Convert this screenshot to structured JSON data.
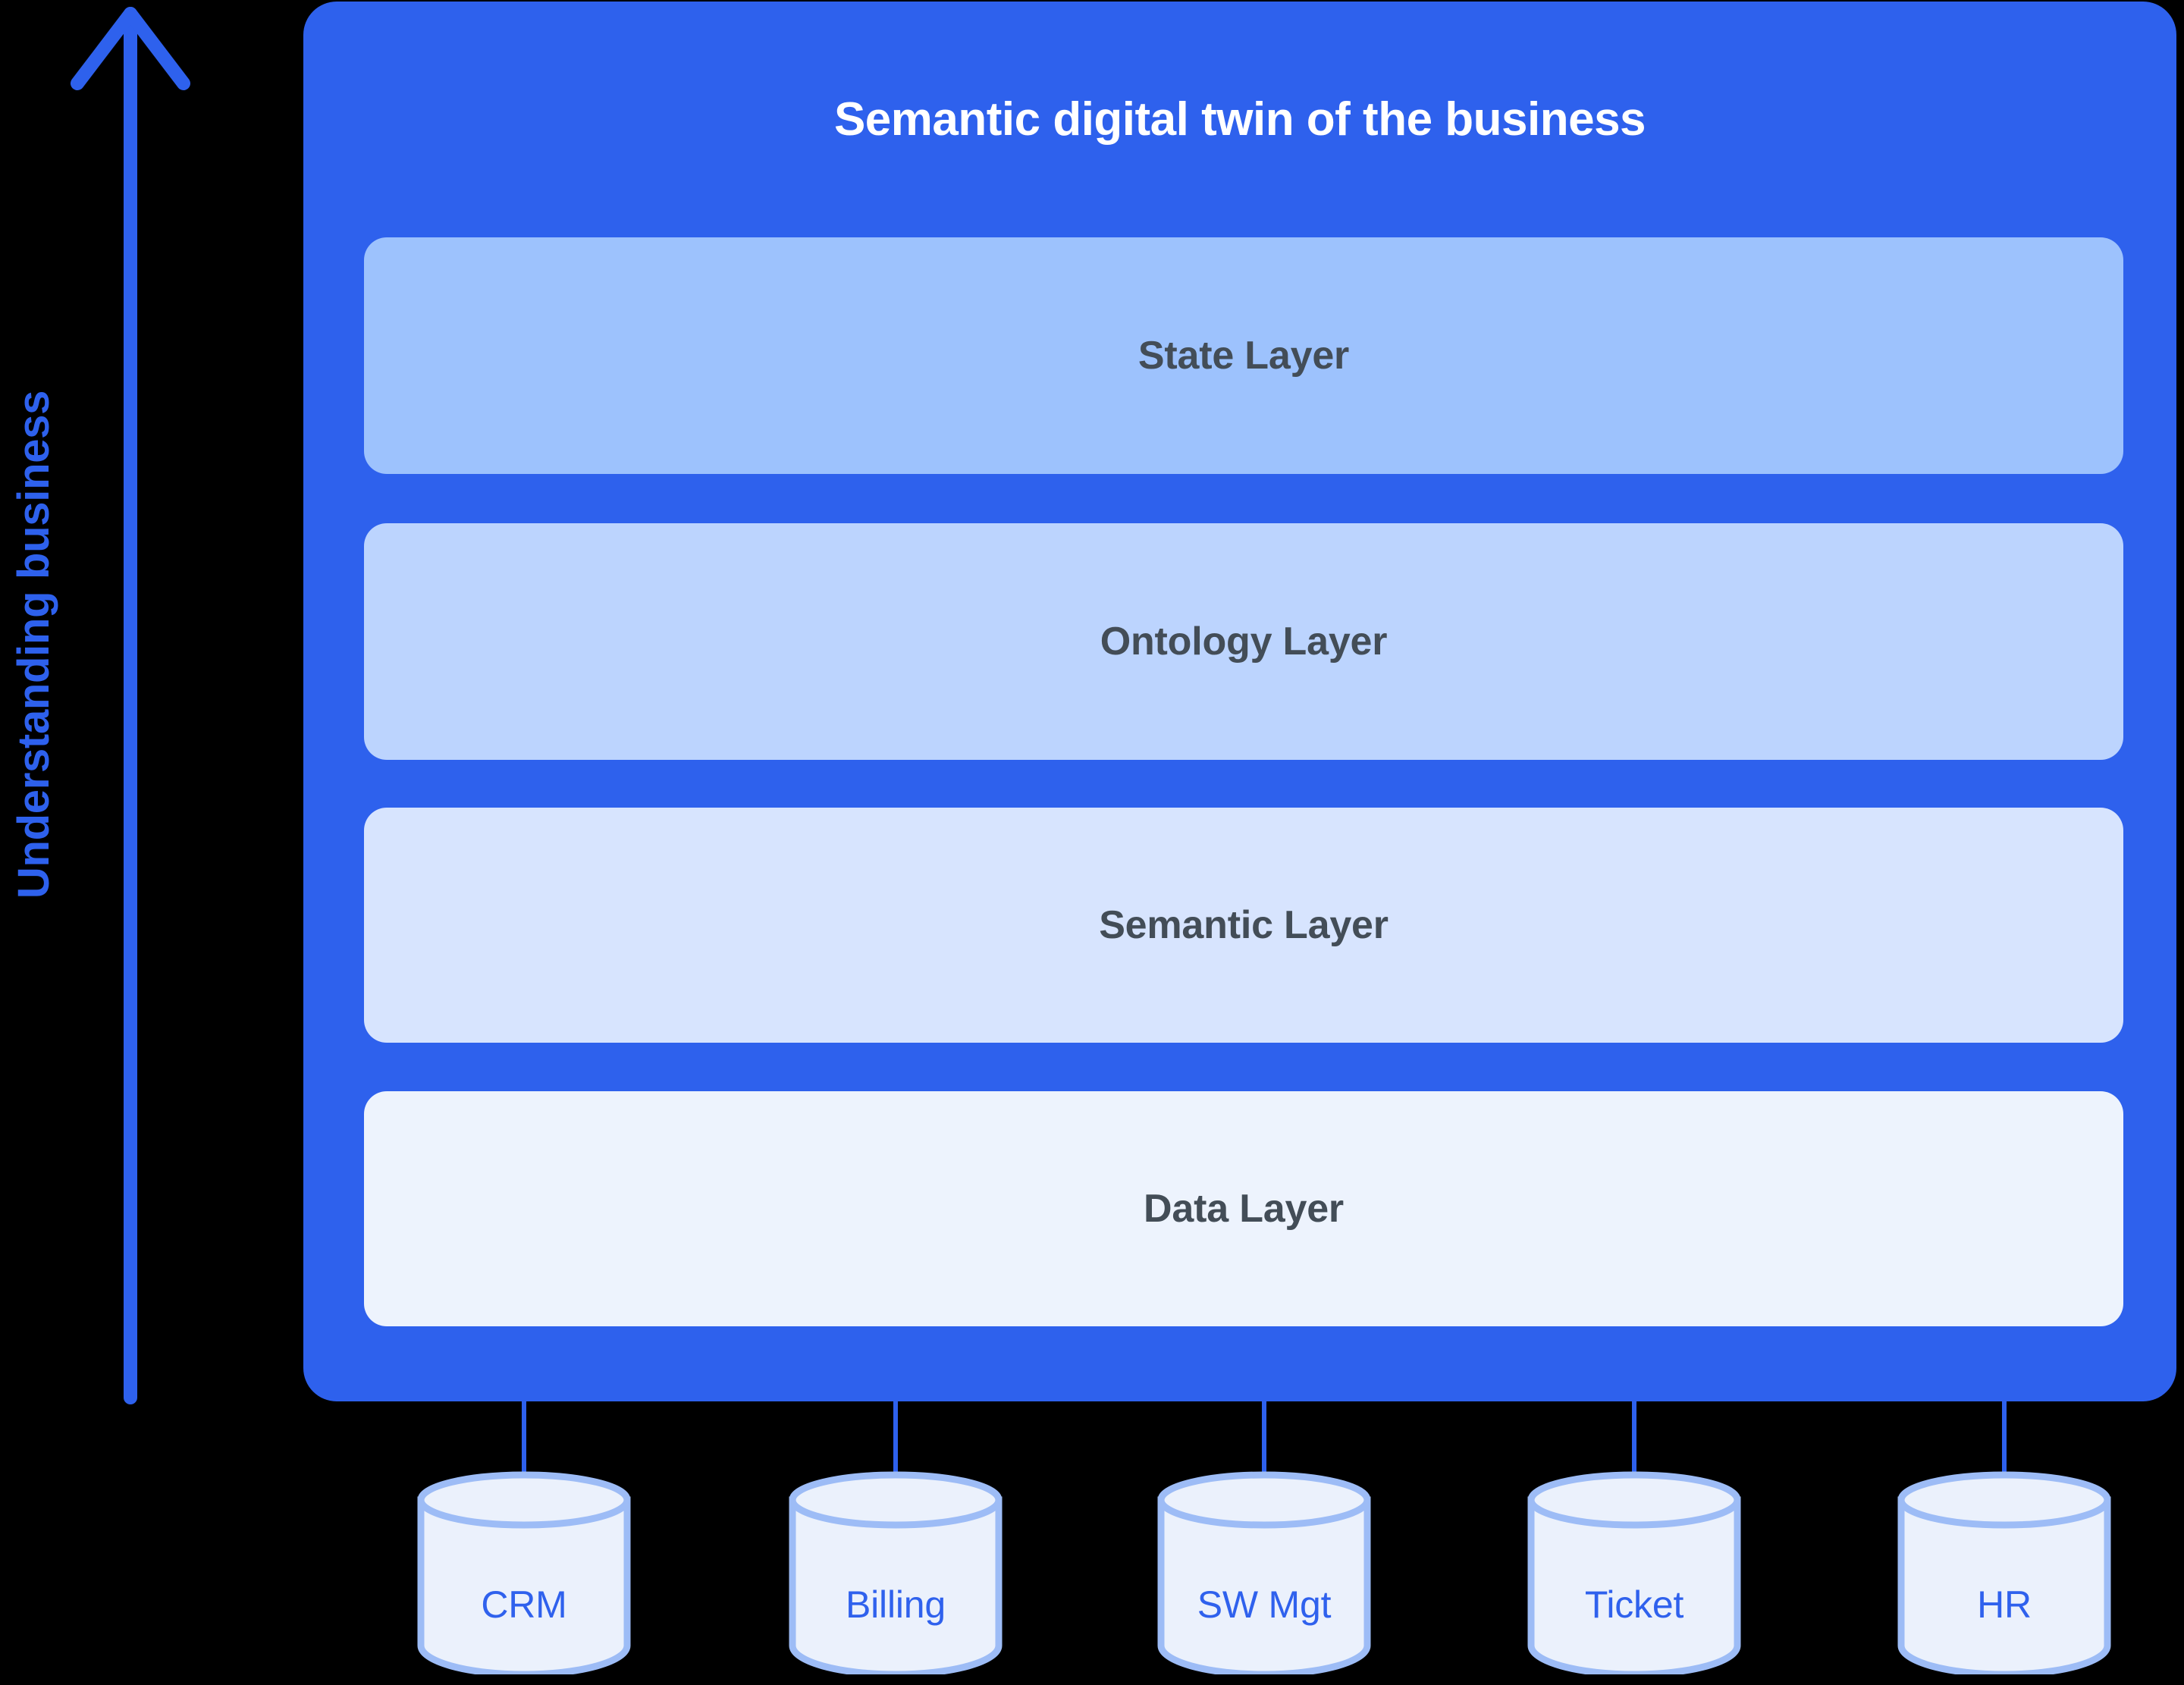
{
  "axis": {
    "caption": "Understanding business",
    "arrow_icon": "up-arrow-icon",
    "color": "#2e61ed"
  },
  "panel": {
    "title": "Semantic digital twin of the business",
    "background_color": "#2e61ed",
    "title_color": "#ffffff",
    "layers": [
      {
        "label": "State Layer",
        "color": "#9dc2fd"
      },
      {
        "label": "Ontology Layer",
        "color": "#bcd4fe"
      },
      {
        "label": "Semantic Layer",
        "color": "#d7e4fe"
      },
      {
        "label": "Data Layer",
        "color": "#edf3fd"
      }
    ]
  },
  "sources": {
    "icon": "database-cylinder-icon",
    "fill_color": "#ebf1fc",
    "stroke_color": "#9dbcf6",
    "label_color": "#2f61ed",
    "items": [
      {
        "label": "CRM"
      },
      {
        "label": "Billing"
      },
      {
        "label": "SW Mgt"
      },
      {
        "label": "Ticket"
      },
      {
        "label": "HR"
      }
    ]
  }
}
